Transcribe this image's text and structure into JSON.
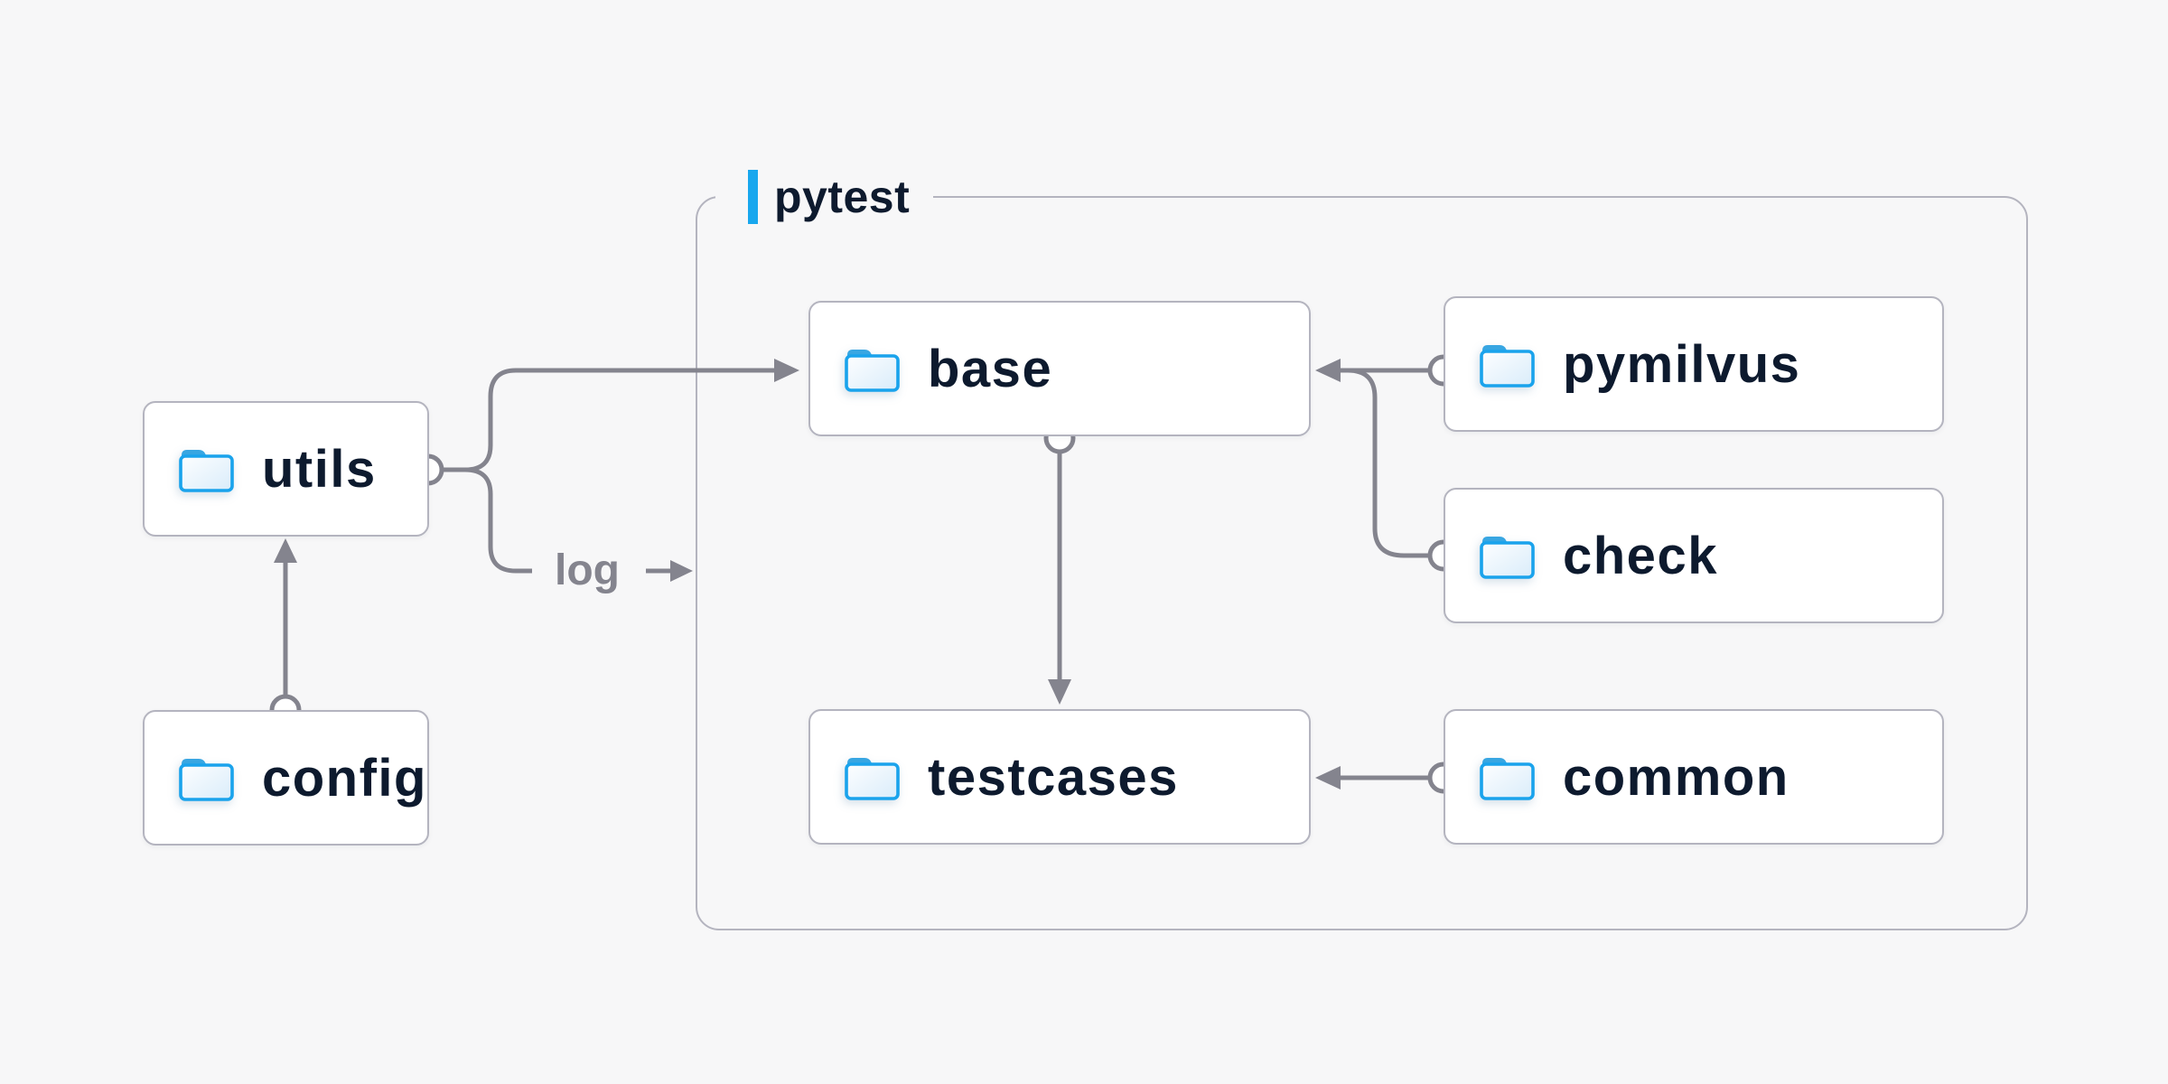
{
  "diagram": {
    "background": "#f7f7f8",
    "group": {
      "label": "pytest",
      "accent_color": "#18a7ee",
      "border_color": "#b4b4bf"
    },
    "nodes": {
      "utils": {
        "label": "utils",
        "icon": "folder-icon"
      },
      "config": {
        "label": "config",
        "icon": "folder-icon"
      },
      "base": {
        "label": "base",
        "icon": "folder-icon"
      },
      "testcases": {
        "label": "testcases",
        "icon": "folder-icon"
      },
      "pymilvus": {
        "label": "pymilvus",
        "icon": "folder-icon"
      },
      "check": {
        "label": "check",
        "icon": "folder-icon"
      },
      "common": {
        "label": "common",
        "icon": "folder-icon"
      }
    },
    "edges": [
      {
        "from": "config",
        "to": "utils",
        "label": ""
      },
      {
        "from": "utils",
        "to": "base",
        "label": ""
      },
      {
        "from": "utils",
        "to": "pytest-group",
        "label": "log"
      },
      {
        "from": "pymilvus",
        "to": "base",
        "label": ""
      },
      {
        "from": "check",
        "to": "base",
        "label": ""
      },
      {
        "from": "base",
        "to": "testcases",
        "label": ""
      },
      {
        "from": "common",
        "to": "testcases",
        "label": ""
      }
    ],
    "colors": {
      "connector": "#84848e",
      "node_border": "#b4b4bf",
      "node_background": "#ffffff",
      "label_text": "#0d1a2e",
      "edge_label_text": "#84848e",
      "folder_stroke": "#1aa3ec",
      "folder_fill_light": "#fdfeff",
      "folder_fill_dark": "#d9ecfa",
      "folder_tab": "#38a6e2"
    }
  }
}
